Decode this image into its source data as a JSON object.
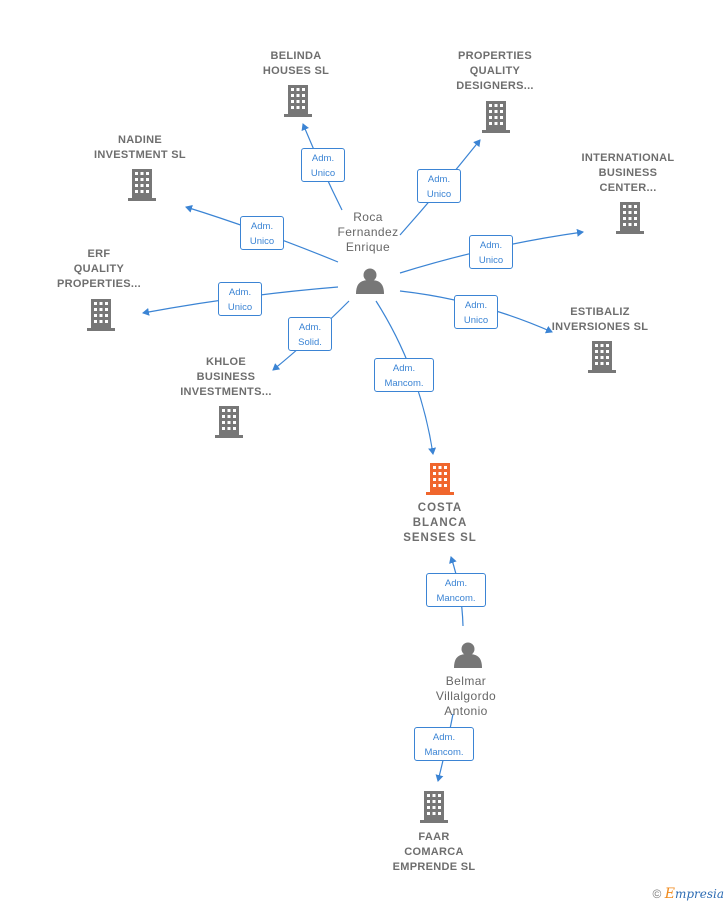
{
  "colors": {
    "edge": "#3b84d4",
    "company": "#777777",
    "focus_company": "#f0662d",
    "person": "#777777"
  },
  "nodes": {
    "belinda": {
      "label": "BELINDA\nHOUSES SL",
      "icon": "building-icon"
    },
    "properties_quality": {
      "label": "PROPERTIES\nQUALITY\nDESIGNERS...",
      "icon": "building-icon"
    },
    "nadine": {
      "label": "NADINE\nINVESTMENT SL",
      "icon": "building-icon"
    },
    "international": {
      "label": "INTERNATIONAL\nBUSINESS\nCENTER...",
      "icon": "building-icon"
    },
    "erf": {
      "label": "ERF\nQUALITY\nPROPERTIES...",
      "icon": "building-icon"
    },
    "estibaliz": {
      "label": "ESTIBALIZ\nINVERSIONES SL",
      "icon": "building-icon"
    },
    "khloe": {
      "label": "KHLOE\nBUSINESS\nINVESTMENTS...",
      "icon": "building-icon"
    },
    "costa_blanca": {
      "label": "COSTA\nBLANCA\nSENSES SL",
      "icon": "building-icon"
    },
    "roca": {
      "label": "Roca\nFernandez\nEnrique",
      "icon": "person-icon"
    },
    "belmar": {
      "label": "Belmar\nVillalgordo\nAntonio",
      "icon": "person-icon"
    },
    "faar": {
      "label": "FAAR\nCOMARCA\nEMPRENDE SL",
      "icon": "building-icon"
    }
  },
  "edges": {
    "belinda": "Adm.\nUnico",
    "properties_quality": "Adm.\nUnico",
    "nadine": "Adm.\nUnico",
    "international": "Adm.\nUnico",
    "erf": "Adm.\nUnico",
    "estibaliz": "Adm.\nUnico",
    "khloe": "Adm.\nSolid.",
    "costa_blanca_roca": "Adm.\nMancom.",
    "costa_blanca_belmar": "Adm.\nMancom.",
    "faar": "Adm.\nMancom."
  },
  "brand": {
    "copyright": "©",
    "name_initial": "E",
    "name_rest": "mpresia"
  }
}
